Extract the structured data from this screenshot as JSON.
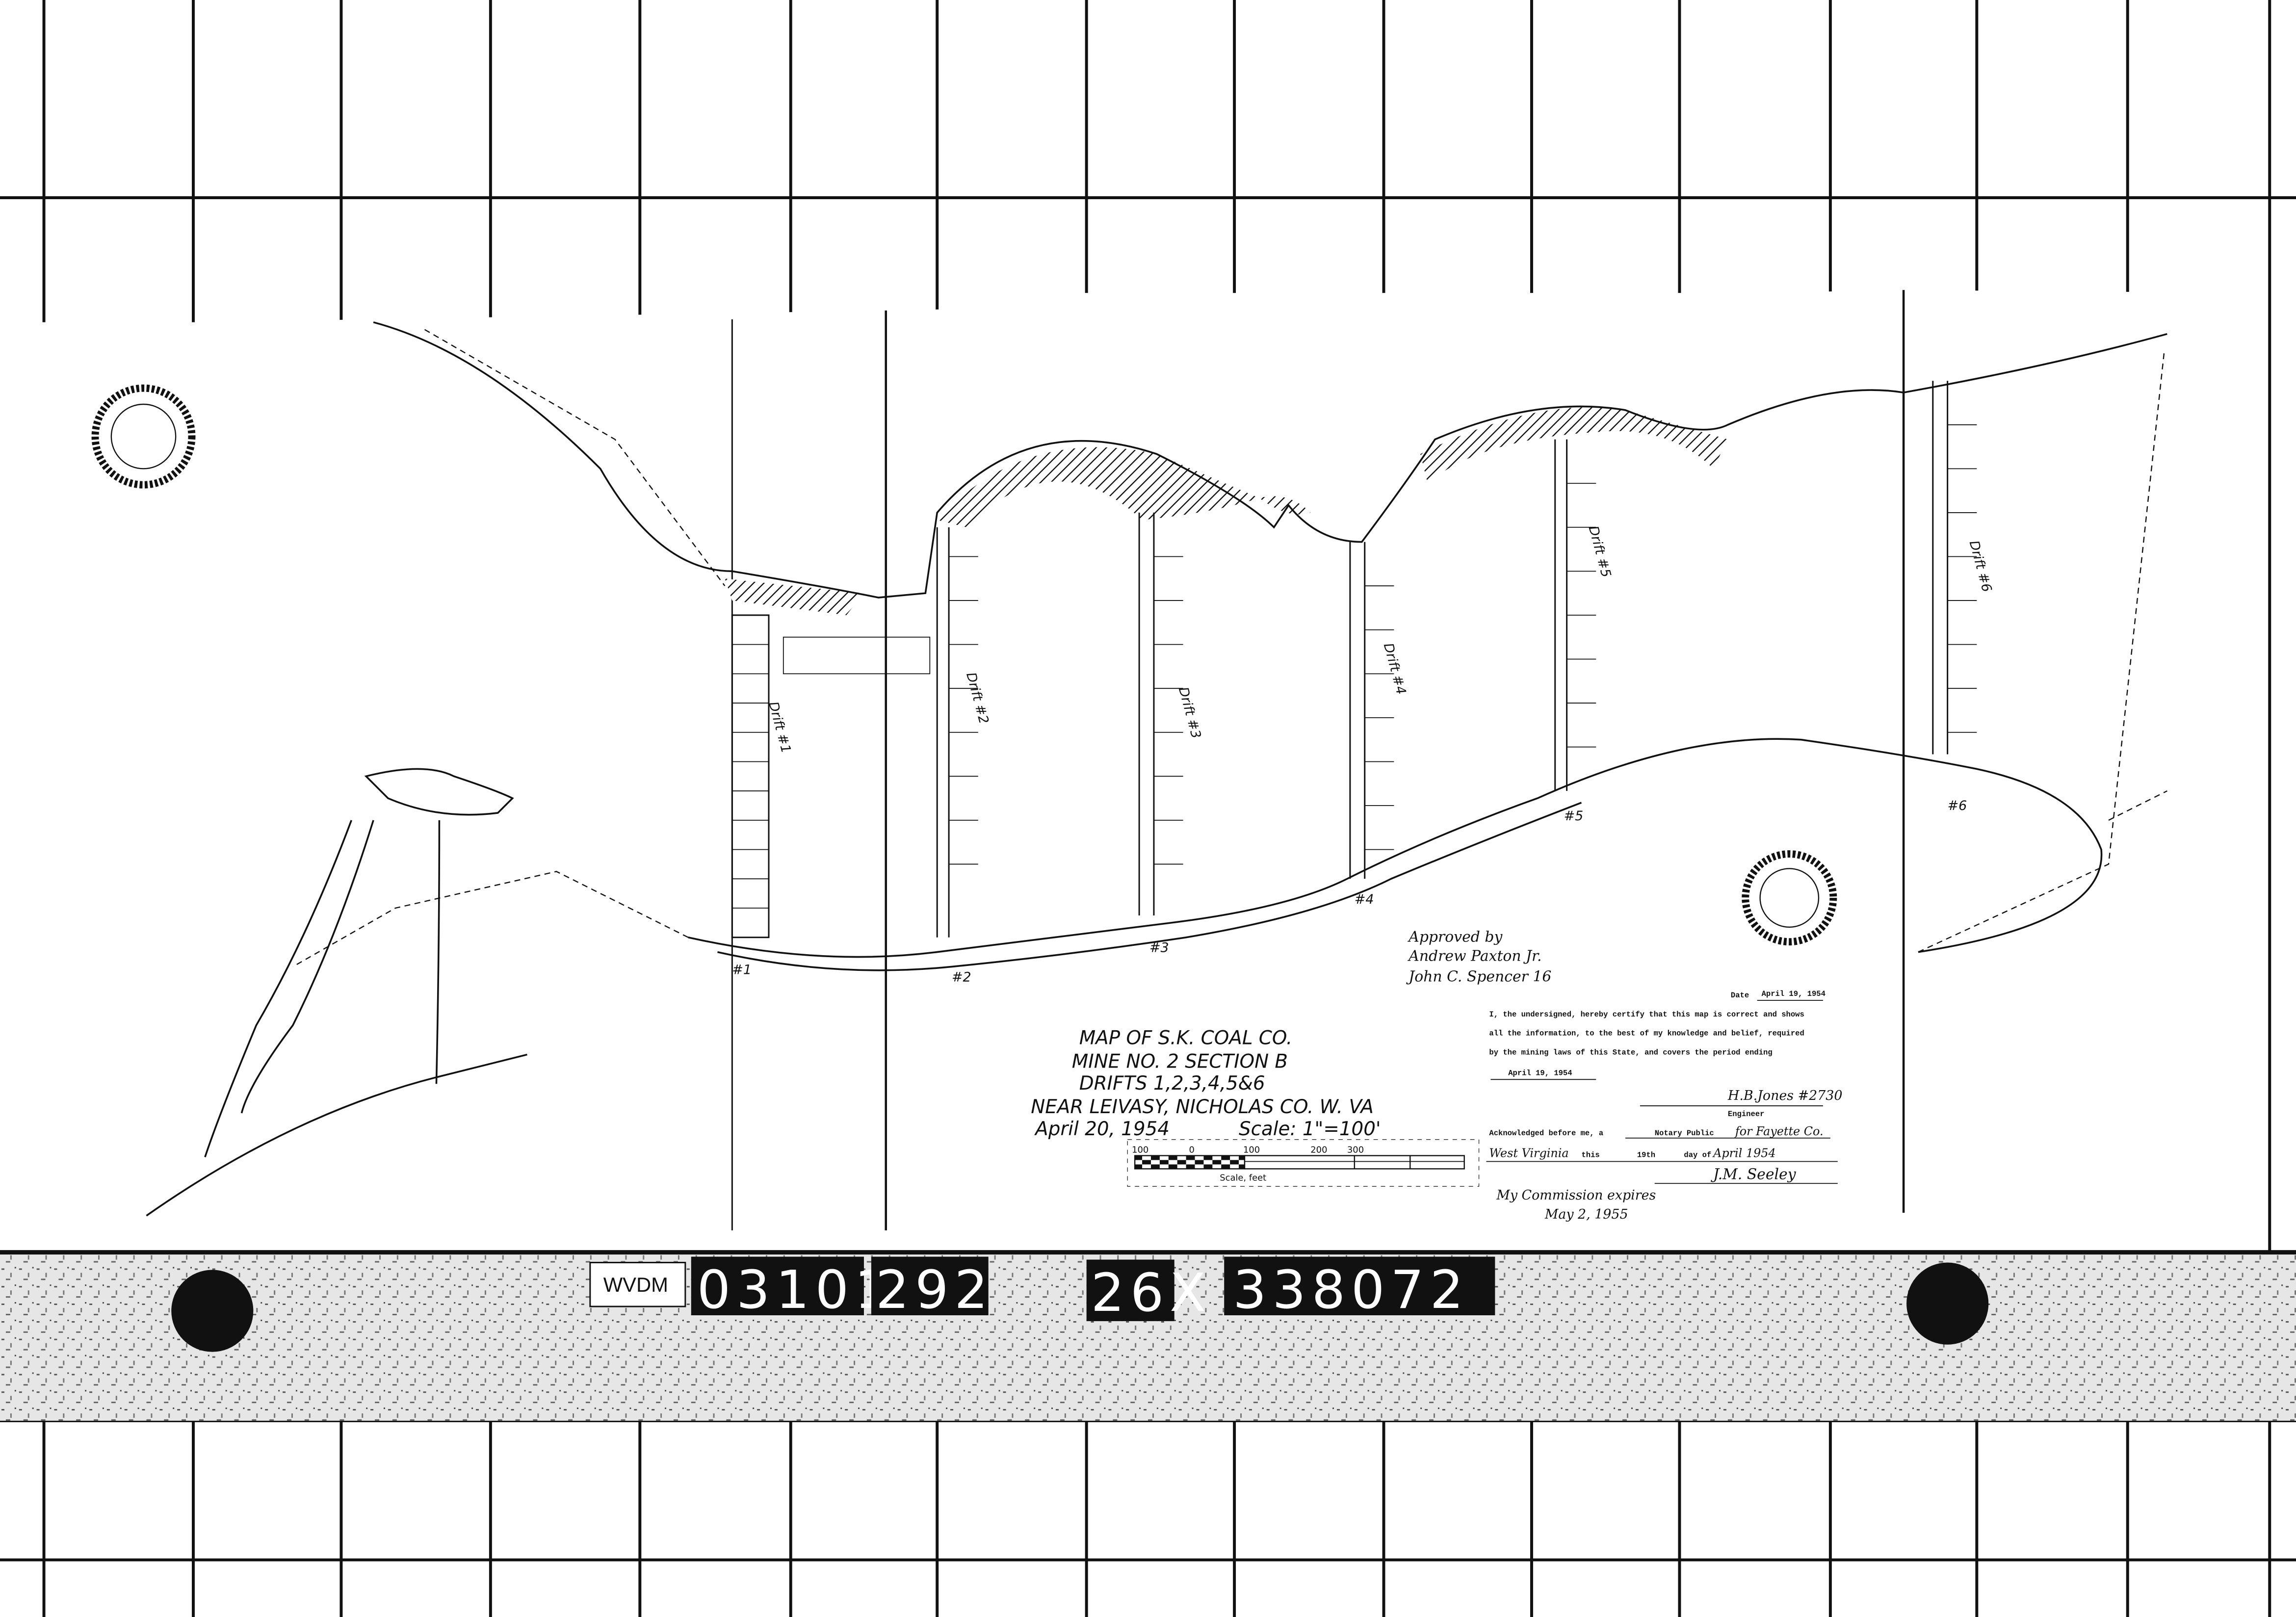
{
  "title_block": {
    "line1": "MAP  OF  S.K.  COAL CO.",
    "line2": "MINE NO. 2    SECTION B",
    "line3": "DRIFTS  1,2,3,4,5&6",
    "line4": "NEAR LEIVASY, NICHOLAS  CO. W. VA",
    "date": "April  20,  1954",
    "scale": "Scale: 1\"=100'"
  },
  "scale_bar": {
    "ticks": [
      "100",
      "0",
      "100",
      "200",
      "300"
    ],
    "caption": "Scale, feet"
  },
  "approval": {
    "line1": "Approved by",
    "line2": "Andrew Paxton Jr.",
    "line3": "John C. Spencer 16"
  },
  "certificate": {
    "date_label": "Date",
    "date_value": "April 19, 1954",
    "body_line1": "I, the undersigned, hereby certify that this map is correct and shows",
    "body_line2": "all the information, to the best of my knowledge and belief, required",
    "body_line3": "by the mining laws of this State, and covers the period ending",
    "period_end": "April 19, 1954",
    "engineer_signature": "H.B.Jones #2730",
    "engineer_label": "Engineer",
    "ack_label": "Acknowledged before me, a",
    "notary_label": "Notary Public",
    "notary_county": "for Fayette Co.",
    "state": "West Virginia",
    "this_label": "this",
    "day": "19th",
    "day_of_label": "day of",
    "month_year": "April 1954",
    "notary_signature": "J.M. Seeley",
    "commission": "My Commission expires",
    "commission_date": "May 2, 1955"
  },
  "drifts": [
    {
      "label": "Drift #1",
      "portal": "#1"
    },
    {
      "label": "Drift #2",
      "portal": "#2"
    },
    {
      "label": "Drift #3",
      "portal": "#3"
    },
    {
      "label": "Drift #4",
      "portal": "#4"
    },
    {
      "label": "Drift #5",
      "portal": "#5"
    },
    {
      "label": "Drift #6",
      "portal": "#6"
    }
  ],
  "film_labels": {
    "archive": "WVDM",
    "code1": "03101",
    "code2": "292",
    "code3": "26X",
    "code4": "338072"
  },
  "colors": {
    "ink": "#111111",
    "paper": "#ffffff",
    "strip": "#bdbdbd"
  }
}
